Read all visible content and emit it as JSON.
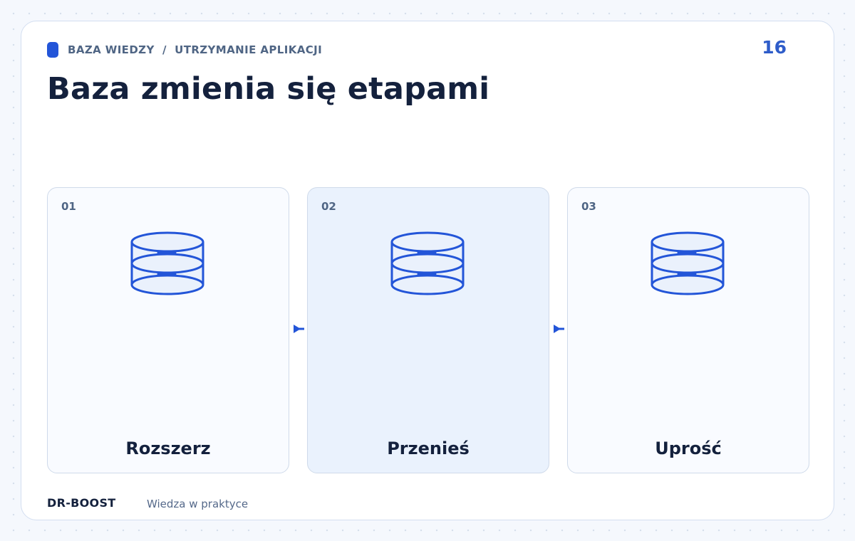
{
  "breadcrumb": {
    "section": "BAZA WIEDZY",
    "separator": "/",
    "topic": "UTRZYMANIE APLIKACJI"
  },
  "page_number": "16",
  "title": "Baza zmienia się etapami",
  "steps": [
    {
      "number": "01",
      "label": "Rozszerz",
      "icon": "database-icon"
    },
    {
      "number": "02",
      "label": "Przenieś",
      "icon": "database-icon"
    },
    {
      "number": "03",
      "label": "Uprość",
      "icon": "database-icon"
    }
  ],
  "footer": {
    "brand": "DR-BOOST",
    "tagline": "Wiedza w praktyce"
  },
  "colors": {
    "accent": "#2355d8",
    "title": "#14213d",
    "muted": "#4f6584",
    "active_card": "#eaf2fd"
  }
}
